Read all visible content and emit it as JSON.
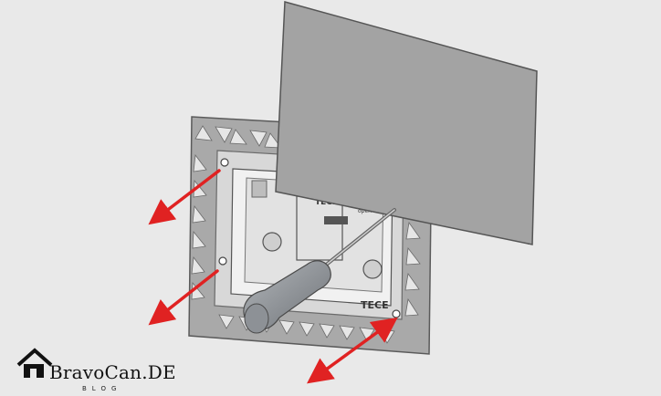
{
  "illustration": {
    "frame_brand_top": "TECE",
    "frame_brand_bottom": "TECE",
    "frame_open_label": "open",
    "colors": {
      "background": "#e9e9e9",
      "frame": "#a9a9a9",
      "panel": "#a3a3a3",
      "arrow": "#e02222",
      "screwdriver_handle": "#8d9196"
    },
    "icons": [
      "screwdriver-icon",
      "arrow-icon",
      "house-logo-icon"
    ]
  },
  "watermark": {
    "title": "BravoCan.DE",
    "subtitle": "BLOG"
  }
}
